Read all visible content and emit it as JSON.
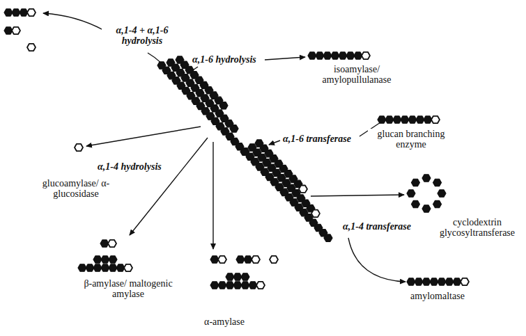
{
  "diagram": {
    "labels": [
      "α,1-4 + α,1-6 hydrolysis",
      "α,1-6 hydrolysis",
      "isoamylase/ amylopullulanase",
      "glucan branching enzyme",
      "α,1-6 transferase",
      "glucoamylase/ α-glucosidase",
      "α,1-4 hydrolysis",
      "β-amylase/ maltogenic amylase",
      "α-amylase",
      "cyclodextrin glycosyltransferase",
      "α,1-4 transferase",
      "amylomaltase"
    ]
  }
}
